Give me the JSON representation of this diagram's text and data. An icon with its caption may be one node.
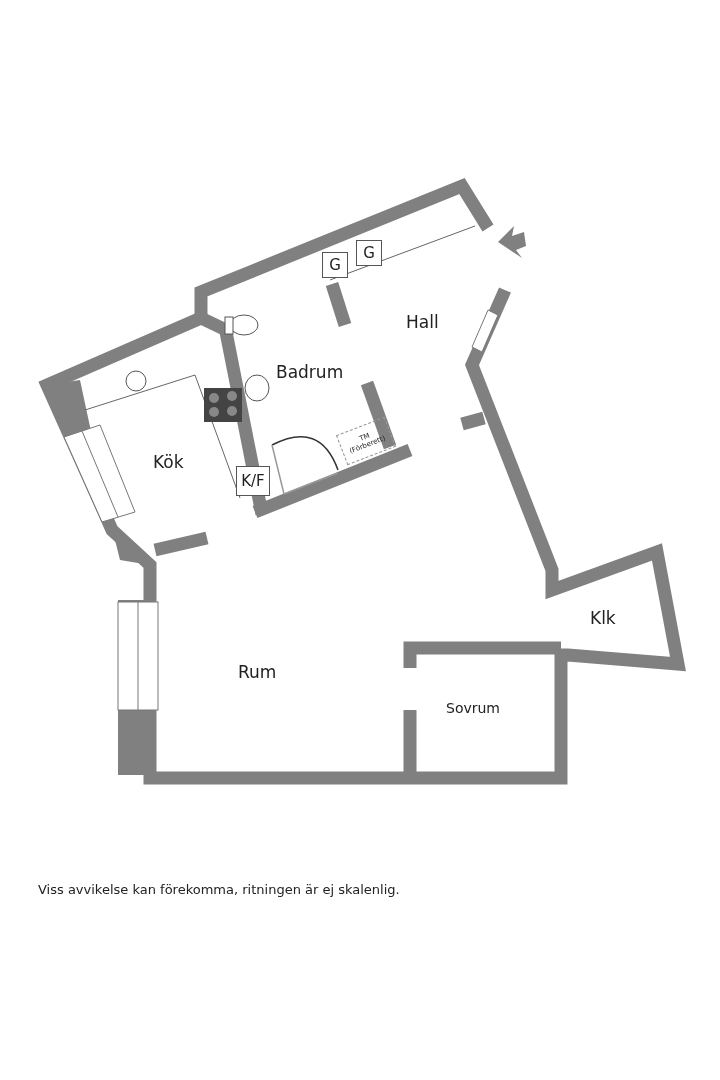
{
  "diagram": {
    "caption": "Viss avvikelse kan förekomma, ritningen är ej skalenlig.",
    "nodes": [
      {
        "text": [
          "G"
        ]
      },
      {
        "text": [
          "G"
        ]
      },
      {
        "text": [
          "K/F"
        ]
      },
      {
        "text": [
          "TM (Förberett)"
        ]
      }
    ],
    "labels": [
      "Hall",
      "Badrum",
      "Kök",
      "Rum",
      "Klk",
      "Sovrum"
    ]
  }
}
